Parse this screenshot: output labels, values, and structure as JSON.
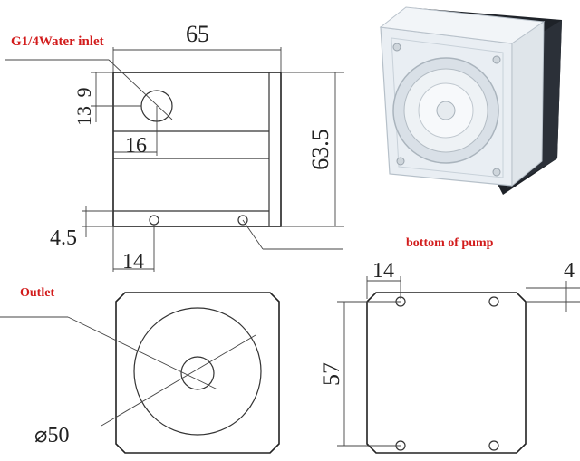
{
  "labels": {
    "water_inlet": "G1/4Water inlet",
    "outlet": "Outlet",
    "bottom_of_pump": "bottom of pump"
  },
  "dimensions": {
    "top_width": "65",
    "inlet_offset_y": "9",
    "inlet_offset_y2": "13",
    "inlet_offset_x": "16",
    "height": "63.5",
    "hole_offset_y": "4.5",
    "hole_offset_x": "14",
    "diameter": "⌀50",
    "bottom_hole_offset_x": "14",
    "bottom_hole_offset_right": "4",
    "bottom_height": "57"
  },
  "colors": {
    "label_red": "#d21c1c",
    "line": "#333333",
    "dark_body": "#1e2228",
    "acrylic": "#e9eef3"
  }
}
